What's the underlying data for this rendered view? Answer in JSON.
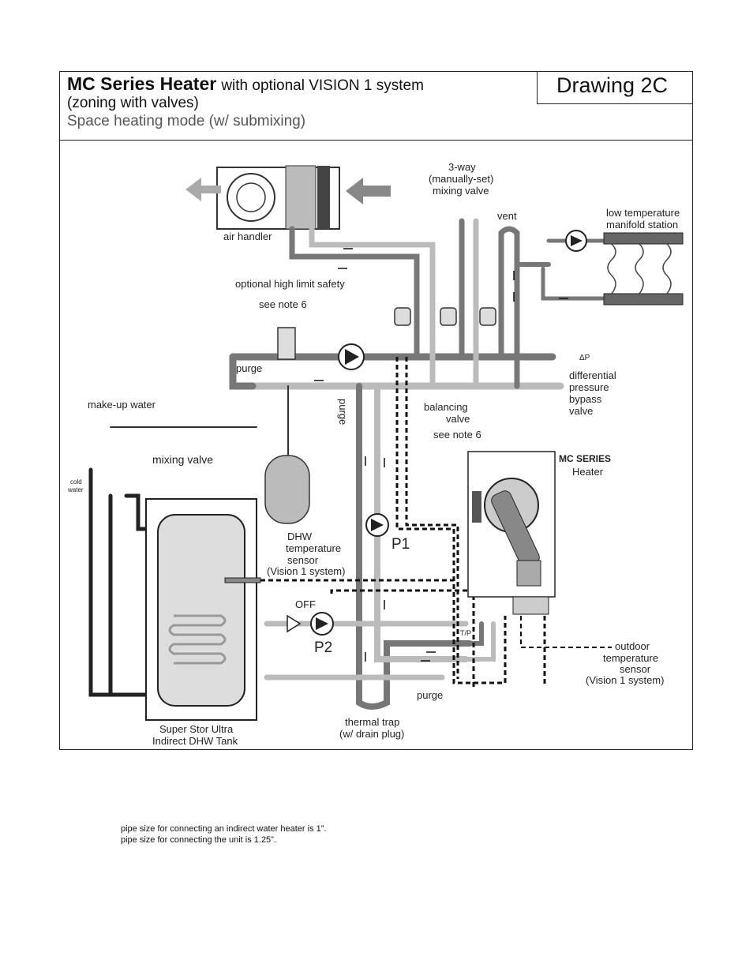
{
  "header": {
    "title_strong": "MC Series Heater",
    "title_rest": "with optional VISION 1 system",
    "title_line2": "(zoning with valves)",
    "title_line3": "Space heating mode (w/ submixing)",
    "drawing_label": "Drawing 2C"
  },
  "labels": {
    "air_handler": "air handler",
    "three_way_1": "3-way",
    "three_way_2": "(manually-set)",
    "three_way_3": "mixing valve",
    "vent": "vent",
    "low_temp_1": "low temperature",
    "low_temp_2": "manifold station",
    "high_limit": "optional high limit safety",
    "see_note_6a": "see note 6",
    "purge_left": "purge",
    "differential_1": "differential",
    "differential_2": "pressure",
    "differential_3": "bypass",
    "differential_4": "valve",
    "dp_symbol": "ΔP",
    "make_up_water": "make-up water",
    "purge_vertical": "purge",
    "balancing_1": "balancing",
    "balancing_2": "valve",
    "see_note_6b": "see note 6",
    "mixing_valve": "mixing valve",
    "cold_1": "cold",
    "cold_2": "water",
    "mc_series_1": "MC SERIES",
    "mc_series_2": "Heater",
    "dhw_1": "DHW",
    "dhw_2": "temperature",
    "dhw_3": "sensor",
    "dhw_4": "(Vision 1 system)",
    "p1": "P1",
    "off": "OFF",
    "p2": "P2",
    "tp": "T/P",
    "outdoor_1": "outdoor",
    "outdoor_2": "temperature",
    "outdoor_3": "sensor",
    "outdoor_4": "(Vision 1 system)",
    "purge_bottom": "purge",
    "thermal_1": "thermal trap",
    "thermal_2": "(w/ drain plug)",
    "tank_1": "Super Stor Ultra",
    "tank_2": "Indirect DHW Tank"
  },
  "notes": {
    "line1": "pipe size for connecting an indirect water heater is 1”.",
    "line2": "pipe size for connecting the unit is 1.25”."
  }
}
